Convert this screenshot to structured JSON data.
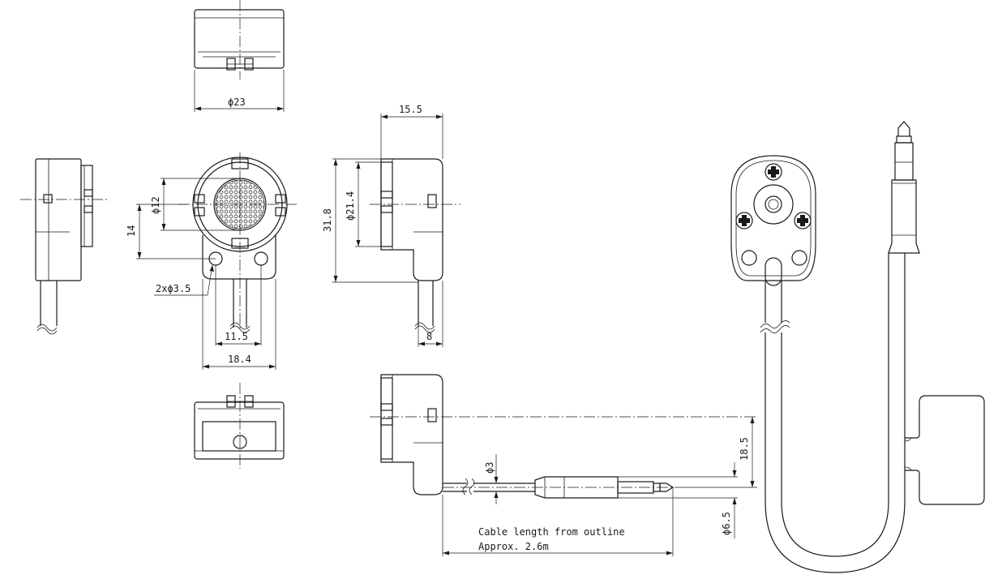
{
  "dimensions": {
    "phi23": "ϕ23",
    "phi12": "ϕ12",
    "d14": "14",
    "holes": "2xϕ3.5",
    "d11_5": "11.5",
    "d18_4": "18.4",
    "d15_5": "15.5",
    "d31_8": "31.8",
    "phi21_4": "ϕ21.4",
    "d8": "8",
    "phi3": "ϕ3",
    "d18_5": "18.5",
    "phi6_5": "ϕ6.5"
  },
  "notes": {
    "cable_line1": "Cable length from outline",
    "cable_line2": "Approx. 2.6m"
  }
}
